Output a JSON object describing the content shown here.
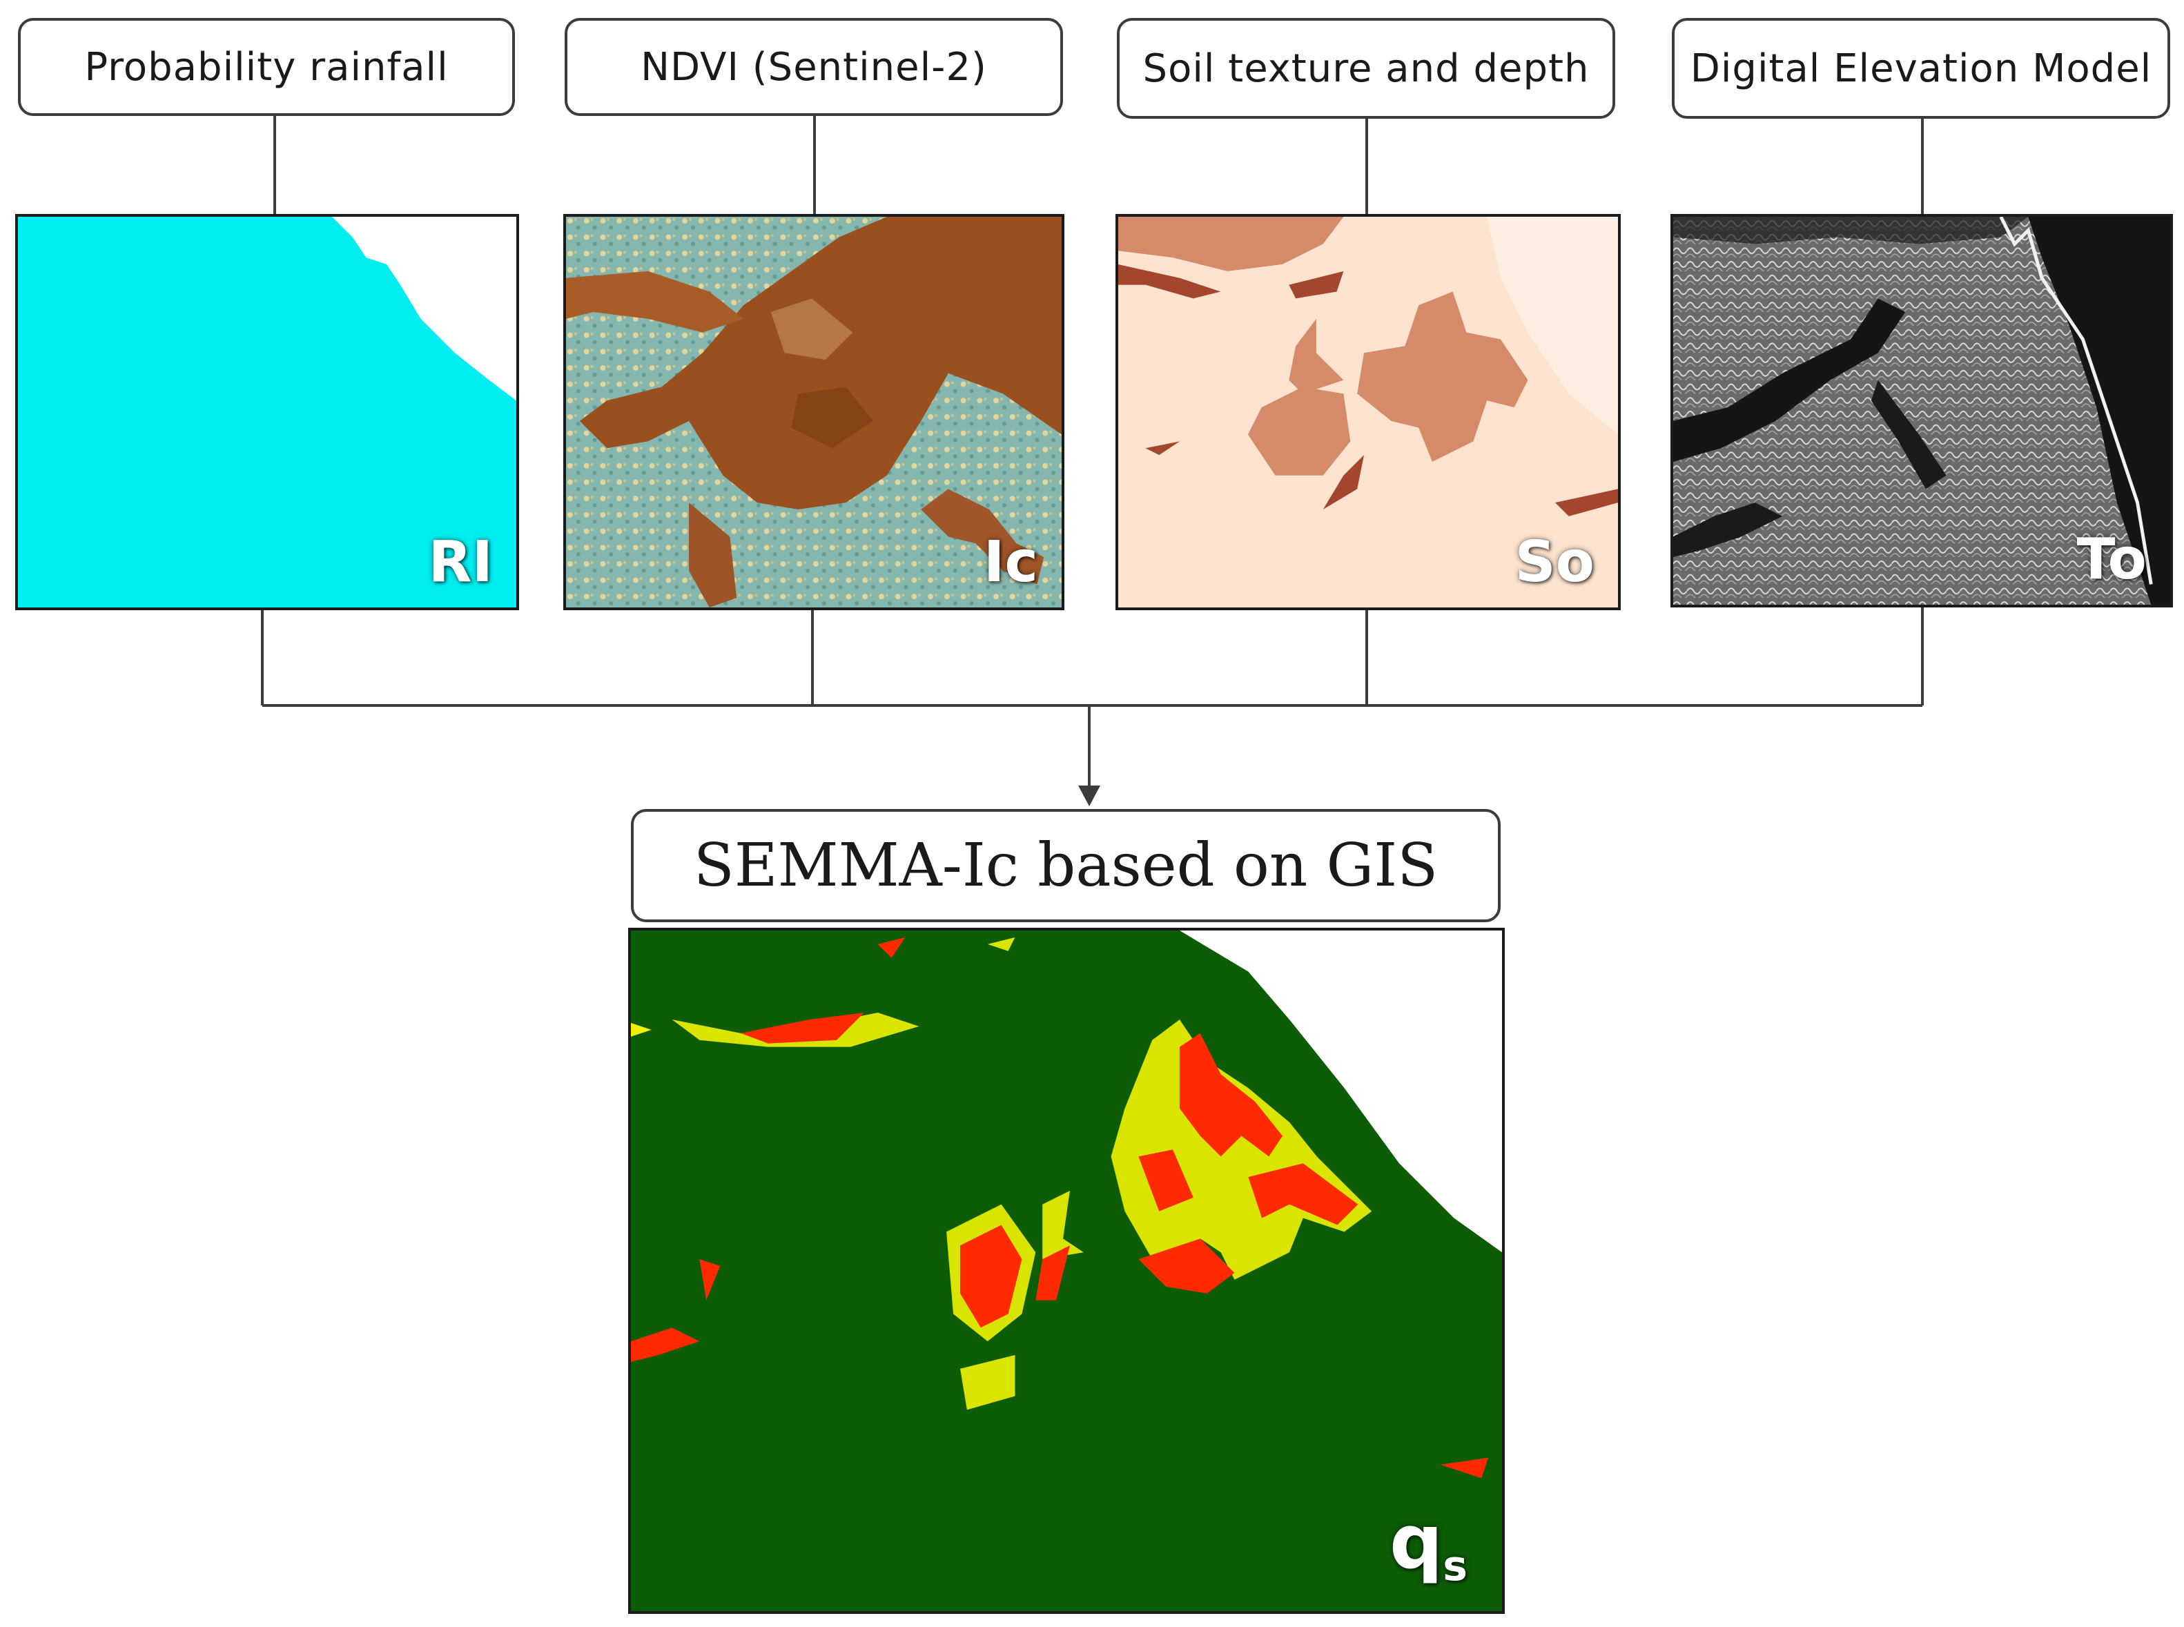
{
  "inputs": [
    {
      "label": "Probability  rainfall",
      "tag": "RI"
    },
    {
      "label": "NDVI (Sentinel-2)",
      "tag": "Ic"
    },
    {
      "label": "Soil texture and  depth",
      "tag": "So"
    },
    {
      "label": "Digital  Elevation Model",
      "tag": "To"
    }
  ],
  "output": {
    "label": "SEMMA-Ic based on GIS",
    "tag_main": "q",
    "tag_sub": "s"
  },
  "colors": {
    "rainfall": "#00eef0",
    "ndvi_brown": "#9a4f1f",
    "ndvi_teal": "#7fb5ad",
    "soil_light": "#fbe3cf",
    "soil_dark": "#d58a6a",
    "dem_dark": "#151515",
    "semma_green": "#0d5c06",
    "semma_red": "#ff2a00",
    "semma_yellow": "#d9e400",
    "connector": "#3c3c3c"
  }
}
